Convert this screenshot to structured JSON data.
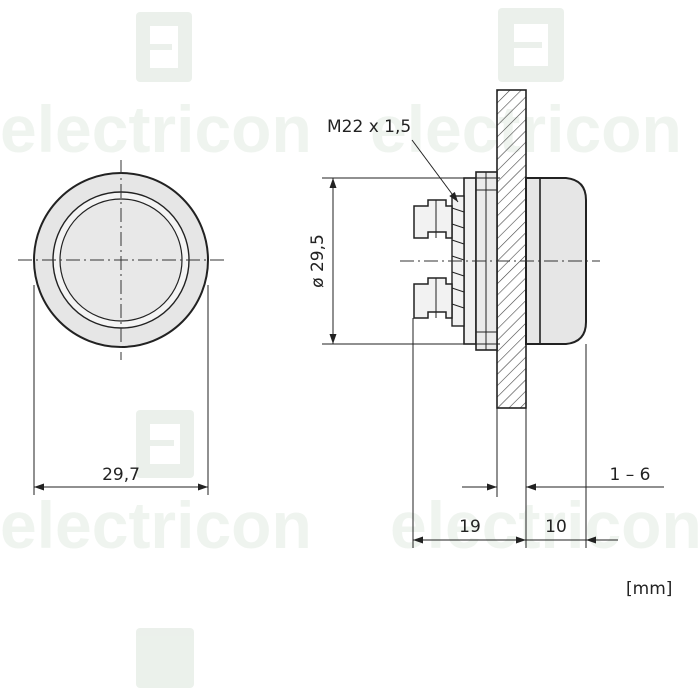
{
  "dimensions": {
    "thread": "M22 x 1,5",
    "diameter": "ø 29,5",
    "width": "29,7",
    "depth": "19",
    "front": "10",
    "panel": "1 – 6",
    "unit": "[mm]"
  },
  "watermark": {
    "text": "electricon",
    "logo_letter": "E",
    "color": "#e9efe9"
  },
  "colors": {
    "line": "#222222",
    "body_fill": "#e6e6e6",
    "ring_fill": "#f2f2f2"
  }
}
